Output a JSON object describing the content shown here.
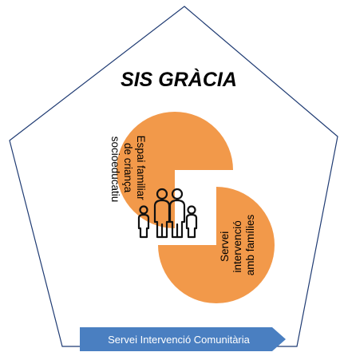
{
  "diagram": {
    "title": "SIS GRÀCIA",
    "services": [
      {
        "lines": [
          "Espai familiar",
          "de criança",
          "socioeducatiu"
        ],
        "color": "#F2994A"
      },
      {
        "lines": [
          "Servei",
          "intervenció",
          "amb famílies"
        ],
        "color": "#F2994A"
      }
    ],
    "arrow": {
      "label": "Servei Intervenció Comunitària",
      "color": "#4A7FC1"
    },
    "center_icon": "family-icon",
    "outline_color": "#1F3B73"
  }
}
